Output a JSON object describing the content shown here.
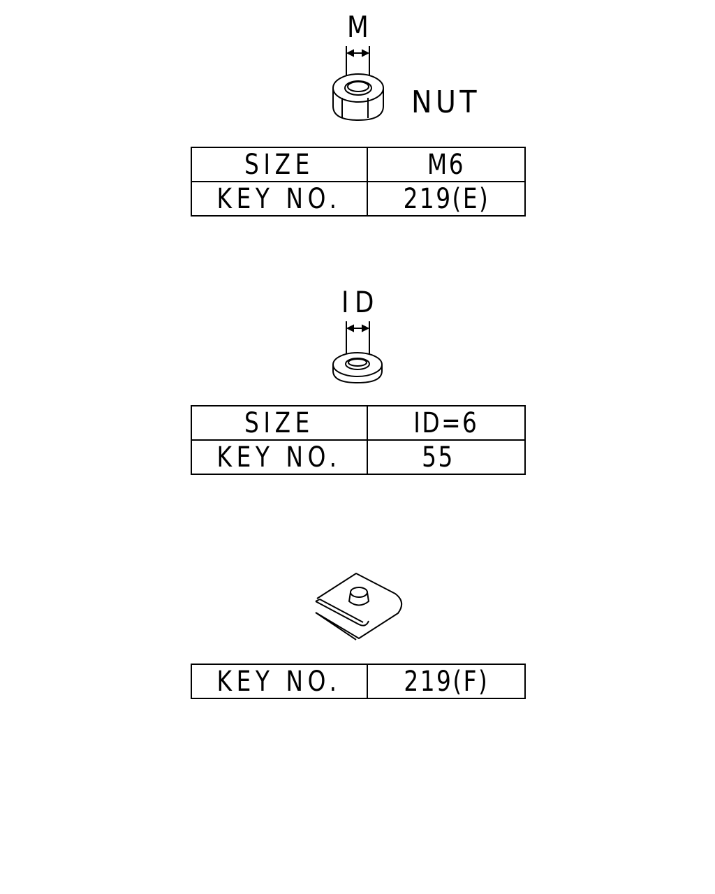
{
  "nut": {
    "dimension_label": "M",
    "part_label": "NUT",
    "table": [
      {
        "key": "SIZE",
        "value": "M6"
      },
      {
        "key": "KEY NO.",
        "value": "219(E)"
      }
    ]
  },
  "washer": {
    "dimension_label": "ID",
    "table": [
      {
        "key": "SIZE",
        "value": "ID=6"
      },
      {
        "key": "KEY NO.",
        "value": "55"
      }
    ]
  },
  "clip_nut": {
    "table": [
      {
        "key": "KEY NO.",
        "value": "219(F)"
      }
    ]
  }
}
